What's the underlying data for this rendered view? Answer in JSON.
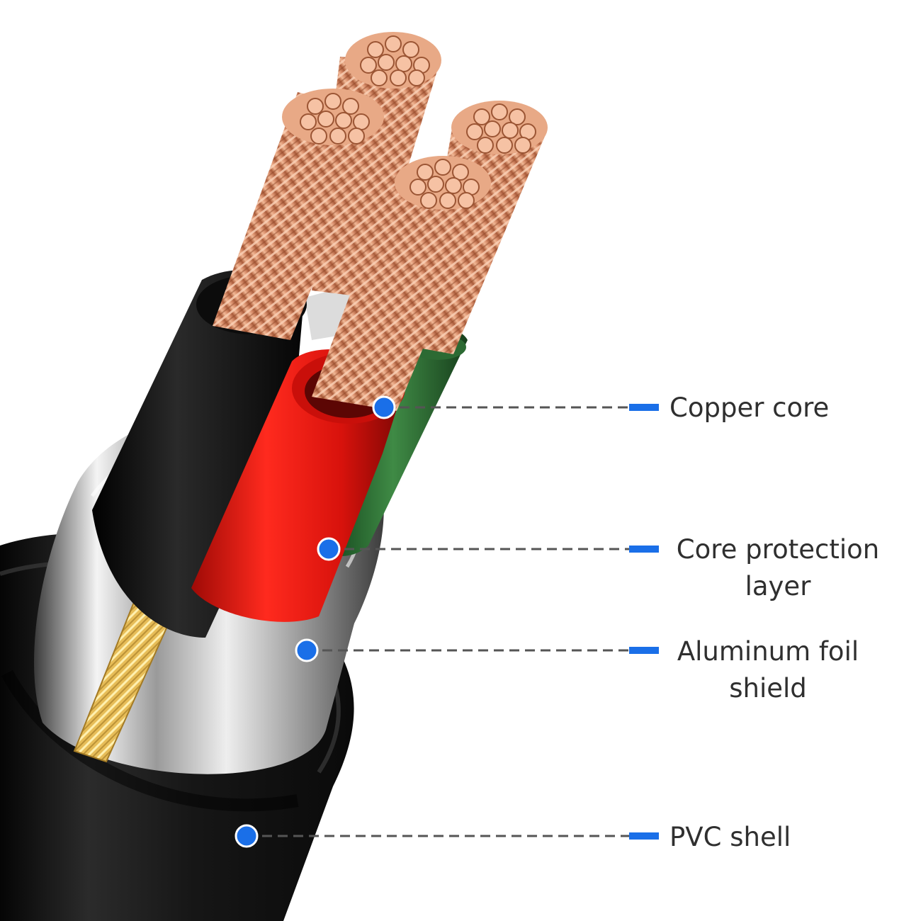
{
  "accent_color": "#1a6fe8",
  "callouts": [
    {
      "id": "copper-core",
      "lines": [
        "Copper core"
      ]
    },
    {
      "id": "core-protection-layer",
      "lines": [
        "Core protection",
        "layer"
      ]
    },
    {
      "id": "aluminum-foil-shield",
      "lines": [
        "Aluminum foil",
        "shield"
      ]
    },
    {
      "id": "pvc-shell",
      "lines": [
        "PVC shell"
      ]
    }
  ],
  "cable": {
    "insulation_colors": [
      "#111111",
      "#e0140f",
      "#2e7a35",
      "#d8d8d8"
    ],
    "copper_color": "#d98f6c",
    "drain_wire_color": "#e8c060",
    "shield_color": "#bdbdbd",
    "jacket_color": "#141414"
  }
}
